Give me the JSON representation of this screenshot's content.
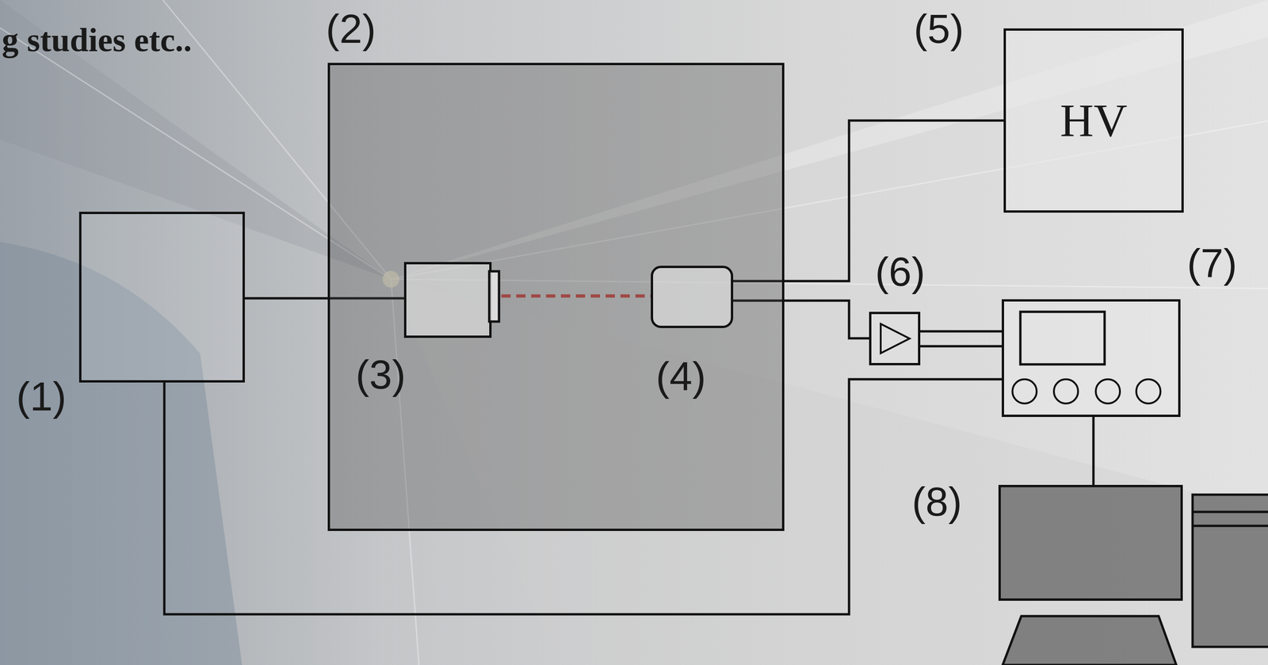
{
  "diagram": {
    "nodes": [
      {
        "text": [
          "(1)"
        ]
      },
      {
        "text": [
          "(2)"
        ]
      },
      {
        "text": [
          "(3)"
        ],
        "in": 1
      },
      {
        "text": [
          "(4)"
        ],
        "in": 1
      },
      {
        "text": [
          "(5)",
          "HV"
        ]
      },
      {
        "text": [
          "(6)"
        ]
      },
      {
        "text": [
          "(7)"
        ]
      },
      {
        "text": [
          "(8)"
        ]
      }
    ],
    "edges": [
      {
        "from": 0,
        "to": 2,
        "arrow": "none"
      },
      {
        "from": 0,
        "to": 6,
        "arrow": "none"
      },
      {
        "from": 2,
        "to": 3,
        "arrow": "none"
      },
      {
        "from": 3,
        "to": 4,
        "arrow": "none"
      },
      {
        "from": 3,
        "to": 5,
        "arrow": "none"
      },
      {
        "from": 5,
        "to": 6,
        "arrow": "none"
      },
      {
        "from": 6,
        "to": 7,
        "arrow": "none"
      }
    ],
    "labels": [
      "g studies etc.."
    ]
  }
}
